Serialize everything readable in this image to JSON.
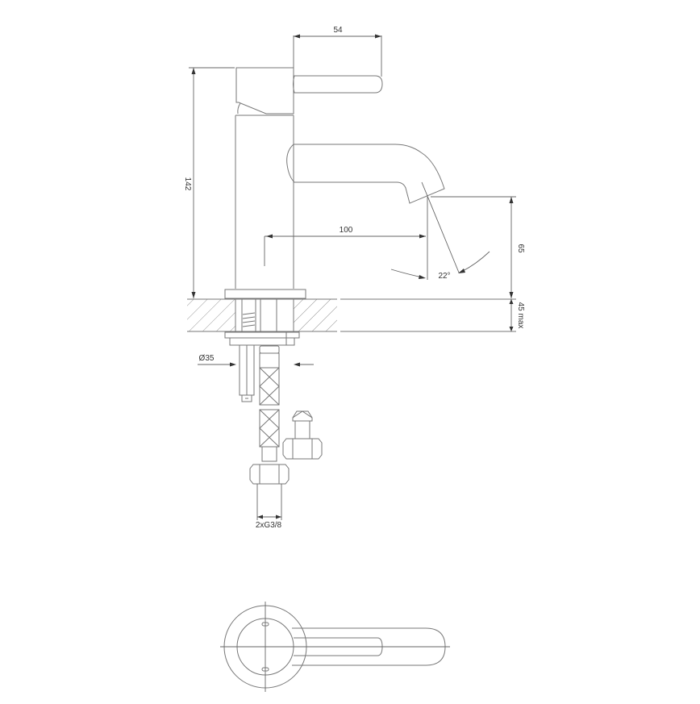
{
  "drawing": {
    "title": "Basin mixer technical drawing",
    "stroke_color": "#777777",
    "text_color": "#333333",
    "dimensions": {
      "handle_length": "54",
      "total_height": "142",
      "spout_reach": "100",
      "spout_angle": "22°",
      "spout_height": "65",
      "counter_thickness": "45 max",
      "hole_diameter": "Ø35",
      "connection": "2xG3/8"
    },
    "views": [
      {
        "name": "side-view",
        "label": ""
      },
      {
        "name": "plan-view",
        "label": ""
      }
    ]
  }
}
